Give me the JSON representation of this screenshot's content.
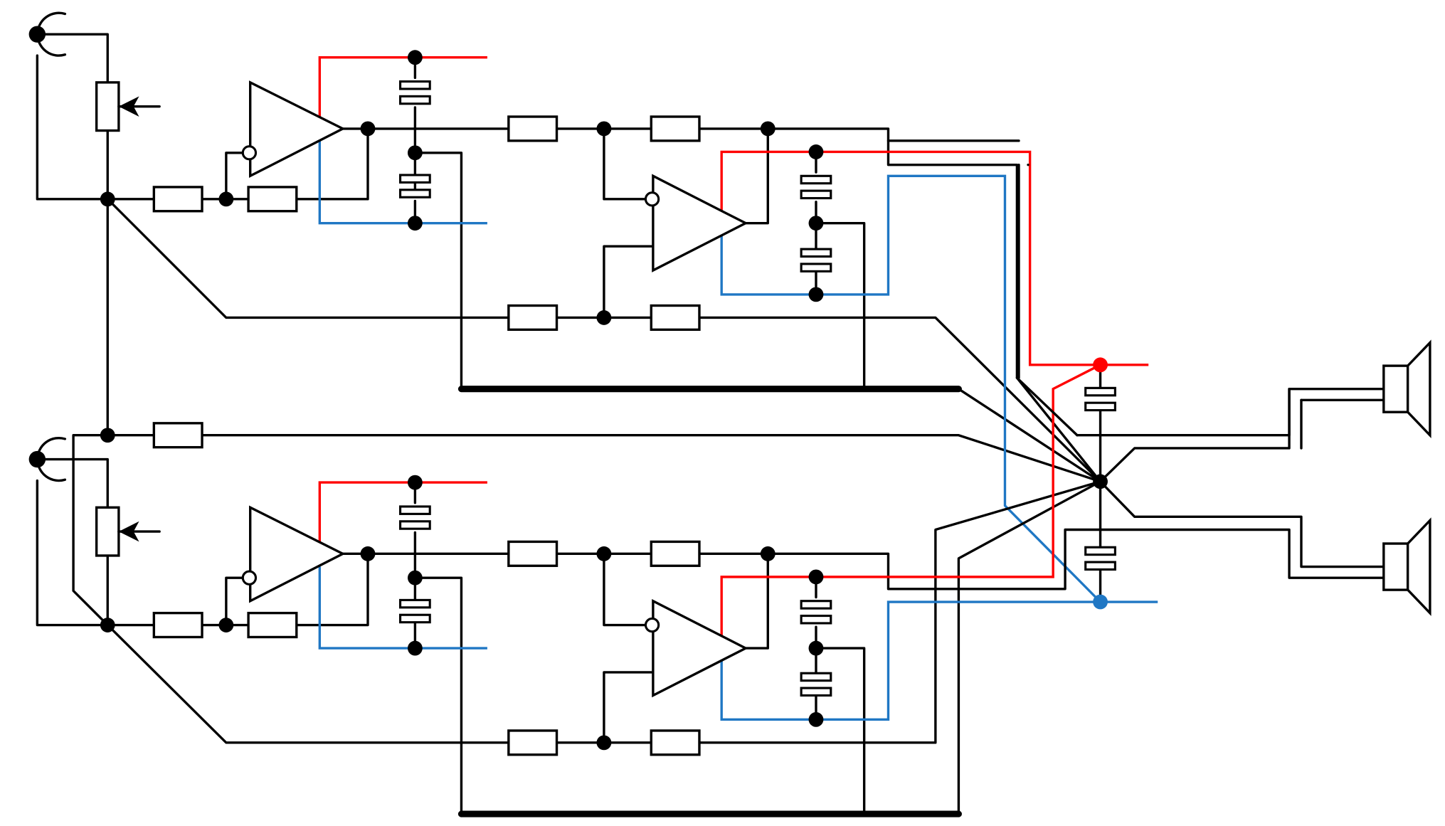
{
  "diagram": {
    "type": "circuit-schematic",
    "colors": {
      "wire": "#000000",
      "supply_positive": "#ff0000",
      "supply_negative": "#1f77c4",
      "background": "#ffffff"
    },
    "channels": 2,
    "components_per_channel": {
      "input_jack": 1,
      "potentiometer": 1,
      "op_amp": 2,
      "resistor": 6,
      "capacitor": 4
    },
    "shared_components": {
      "resistor": 1,
      "capacitor": 2,
      "ground_bus": 2
    },
    "speakers": 2,
    "text_labels": []
  }
}
